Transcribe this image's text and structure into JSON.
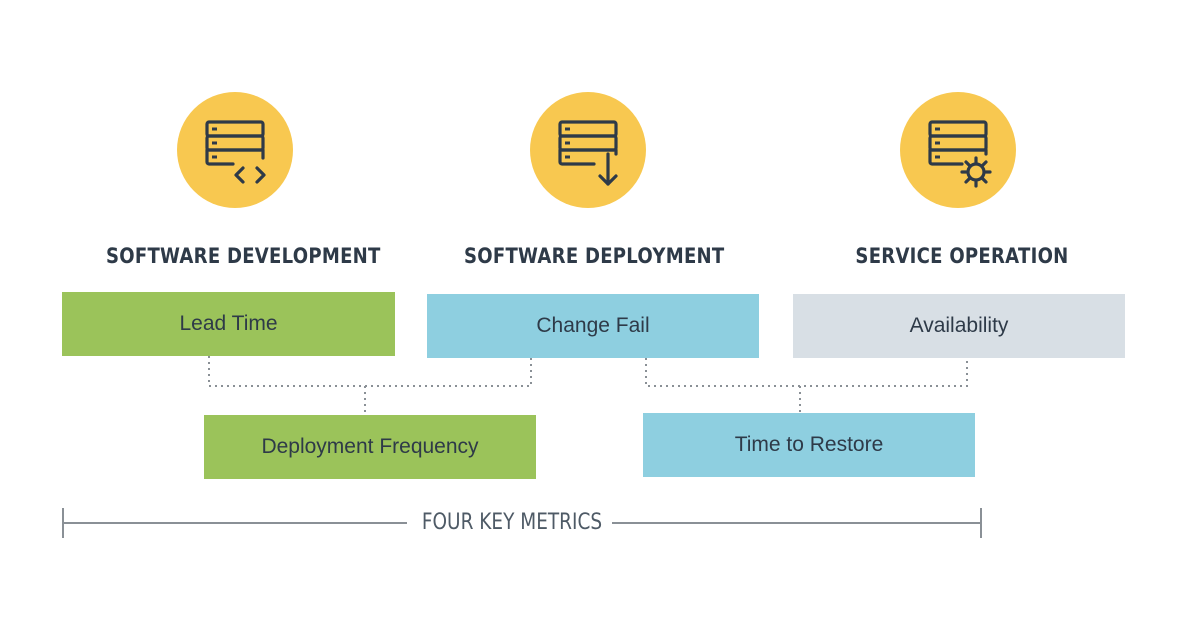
{
  "categories": [
    {
      "heading": "SOFTWARE DEVELOPMENT",
      "icon": "server-code-icon"
    },
    {
      "heading": "SOFTWARE DEPLOYMENT",
      "icon": "server-download-icon"
    },
    {
      "heading": "SERVICE OPERATION",
      "icon": "server-gear-icon"
    }
  ],
  "metrics": {
    "lead_time": "Lead Time",
    "change_fail": "Change Fail",
    "availability": "Availability",
    "deployment_frequency": "Deployment Frequency",
    "time_to_restore": "Time to Restore"
  },
  "footer": {
    "label": "FOUR KEY METRICS"
  },
  "colors": {
    "icon_circle": "#f8c850",
    "development": "#9bc35a",
    "deployment": "#8ecfe0",
    "operation": "#d8dfe5",
    "text": "#2e3a48"
  }
}
